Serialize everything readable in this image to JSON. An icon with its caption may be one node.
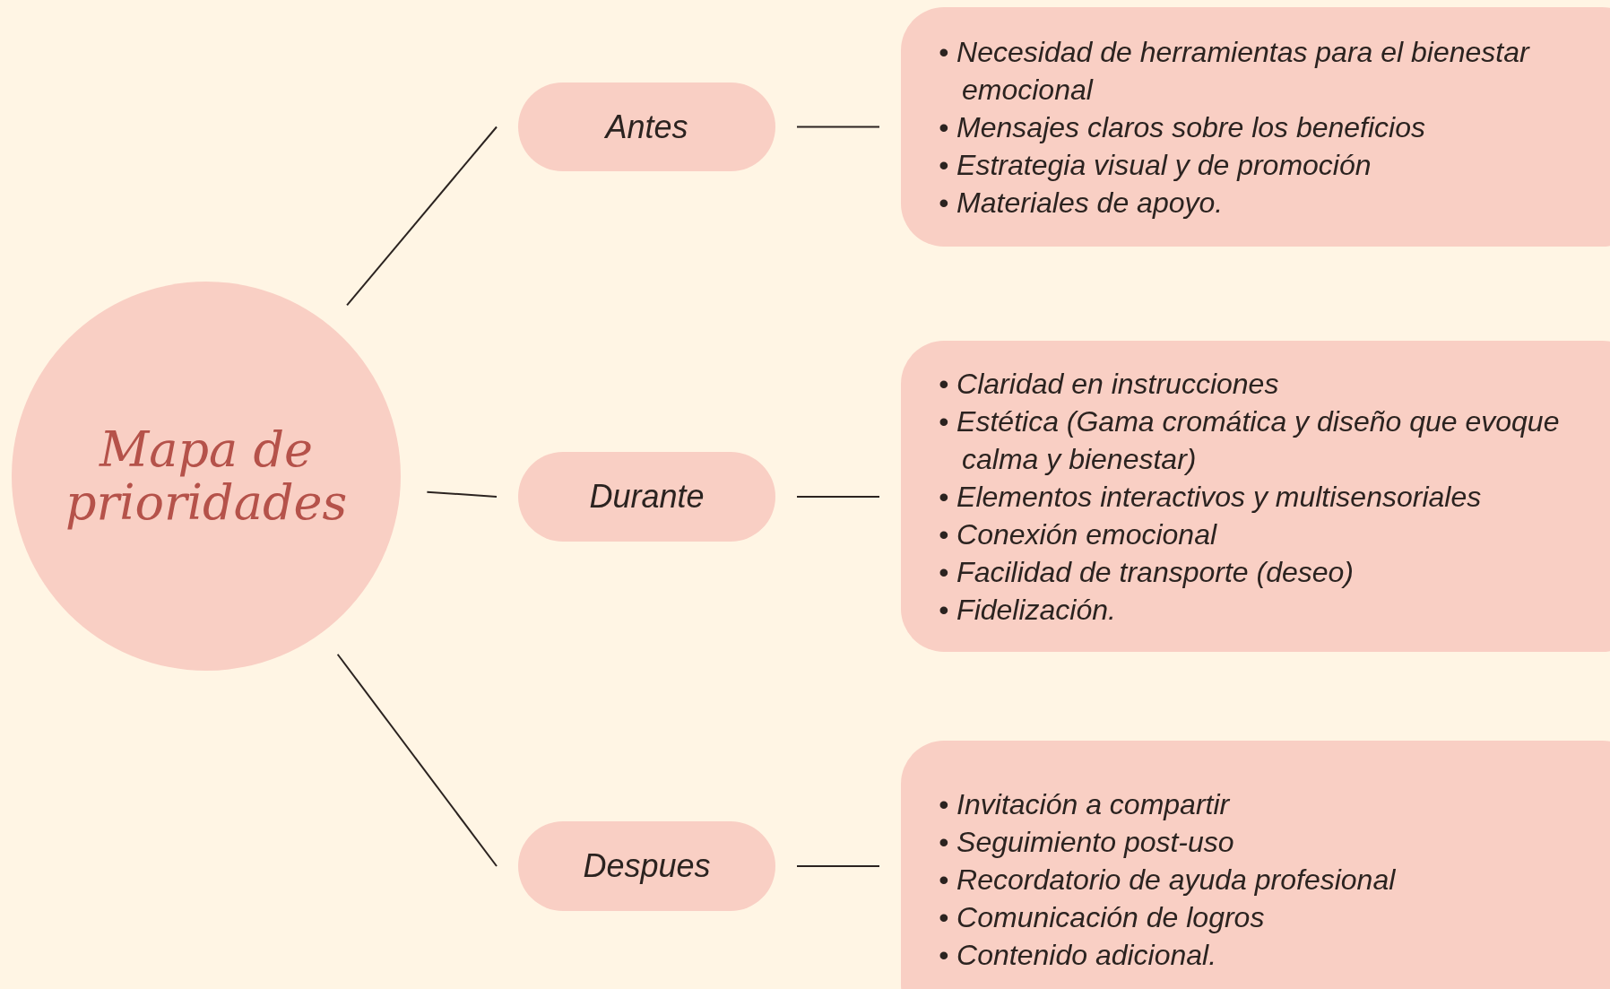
{
  "diagram": {
    "nodes": [
      {
        "text": [
          "Mapa de prioridades"
        ]
      },
      {
        "text": [
          "Antes"
        ]
      },
      {
        "text": [
          "• Necesidad de herramientas para el bienestar emocional",
          "• Mensajes claros sobre los beneficios",
          "• Estrategia visual y de promoción",
          "• Materiales de apoyo."
        ]
      },
      {
        "text": [
          "Durante"
        ]
      },
      {
        "text": [
          "• Claridad en instrucciones",
          "• Estética (Gama cromática y diseño que evoque calma y bienestar)",
          "• Elementos interactivos y multisensoriales",
          "• Conexión emocional",
          "• Facilidad de transporte (deseo)",
          "• Fidelización."
        ]
      },
      {
        "text": [
          "Despues"
        ]
      },
      {
        "text": [
          "• Invitación a compartir",
          "• Seguimiento post-uso",
          "• Recordatorio de ayuda profesional",
          "• Comunicación de logros",
          "• Contenido adicional."
        ]
      }
    ],
    "edges": [
      {
        "from": 0,
        "to": 1,
        "arrow": "none"
      },
      {
        "from": 1,
        "to": 2,
        "arrow": "none"
      },
      {
        "from": 0,
        "to": 3,
        "arrow": "none"
      },
      {
        "from": 3,
        "to": 4,
        "arrow": "none"
      },
      {
        "from": 0,
        "to": 5,
        "arrow": "none"
      },
      {
        "from": 5,
        "to": 6,
        "arrow": "none"
      }
    ]
  }
}
